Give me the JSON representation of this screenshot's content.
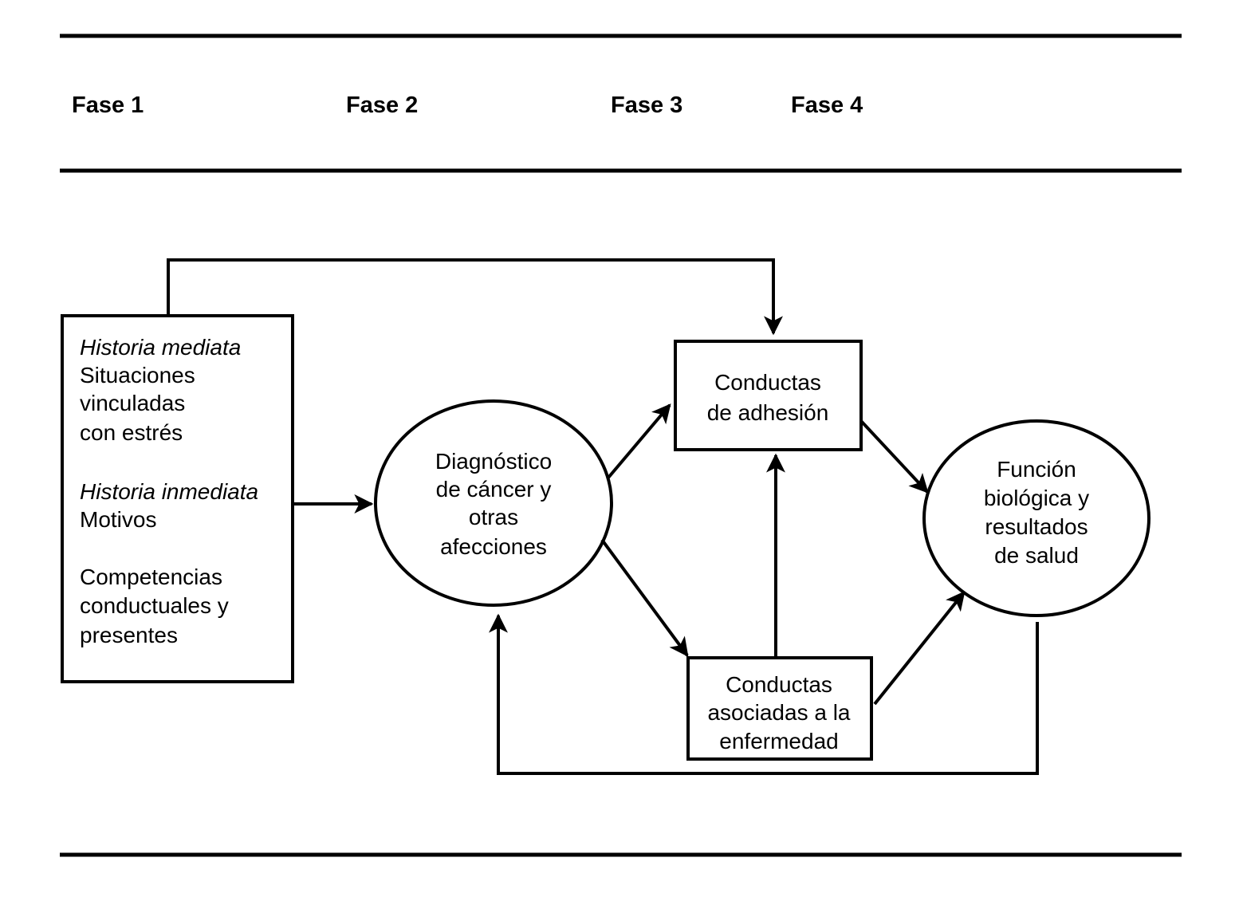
{
  "figure": {
    "kind": "flow-diagram",
    "background_color": "#ffffff",
    "line_color": "#000000",
    "text_color": "#000000"
  },
  "phases": {
    "header_rule_top": "horizontal-rule",
    "header_rule_bottom": "horizontal-rule",
    "footer_rule": "horizontal-rule",
    "items": [
      {
        "label": "Fase 1"
      },
      {
        "label": "Fase 2"
      },
      {
        "label": "Fase 3"
      },
      {
        "label": "Fase 4"
      }
    ]
  },
  "nodes": {
    "history_box": {
      "shape": "rectangle",
      "lines": [
        {
          "text": "Historia mediata",
          "style": "italic"
        },
        {
          "text": "Situaciones",
          "style": "normal"
        },
        {
          "text": "vinculadas",
          "style": "normal"
        },
        {
          "text": "con estrés",
          "style": "normal"
        },
        {
          "text": "",
          "style": "normal"
        },
        {
          "text": "Historia inmediata",
          "style": "italic"
        },
        {
          "text": "Motivos",
          "style": "normal"
        },
        {
          "text": "",
          "style": "normal"
        },
        {
          "text": "Competencias",
          "style": "normal"
        },
        {
          "text": "conductuales y",
          "style": "normal"
        },
        {
          "text": "presentes",
          "style": "normal"
        }
      ]
    },
    "diagnosis_ellipse": {
      "shape": "ellipse",
      "lines": [
        "Diagnóstico",
        "de cáncer y",
        "otras",
        "afecciones"
      ]
    },
    "adherence_box": {
      "shape": "rectangle",
      "lines": [
        "Conductas",
        "de adhesión"
      ]
    },
    "illness_box": {
      "shape": "rectangle",
      "lines": [
        "Conductas",
        "asociadas a la",
        "enfermedad"
      ]
    },
    "outcome_ellipse": {
      "shape": "ellipse",
      "lines": [
        "Función",
        "biológica y",
        "resultados",
        "de salud"
      ]
    }
  },
  "edges": [
    {
      "id": "history-to-diagnosis",
      "from": "history_box",
      "to": "diagnosis_ellipse",
      "style": "solid-arrow"
    },
    {
      "id": "diagnosis-to-adherence",
      "from": "diagnosis_ellipse",
      "to": "adherence_box",
      "style": "solid-arrow"
    },
    {
      "id": "diagnosis-to-illness",
      "from": "diagnosis_ellipse",
      "to": "illness_box",
      "style": "solid-arrow"
    },
    {
      "id": "adherence-to-outcome",
      "from": "adherence_box",
      "to": "outcome_ellipse",
      "style": "solid-arrow"
    },
    {
      "id": "illness-to-outcome",
      "from": "illness_box",
      "to": "outcome_ellipse",
      "style": "solid-arrow"
    },
    {
      "id": "illness-to-adherence",
      "from": "illness_box",
      "to": "adherence_box",
      "style": "solid-arrow"
    },
    {
      "id": "history-feedback-to-adherence",
      "from": "history_box",
      "to": "adherence_box",
      "style": "orthogonal-arrow"
    },
    {
      "id": "outcome-feedback-to-diagnosis",
      "from": "outcome_ellipse",
      "to": "diagnosis_ellipse",
      "style": "orthogonal-arrow"
    }
  ]
}
